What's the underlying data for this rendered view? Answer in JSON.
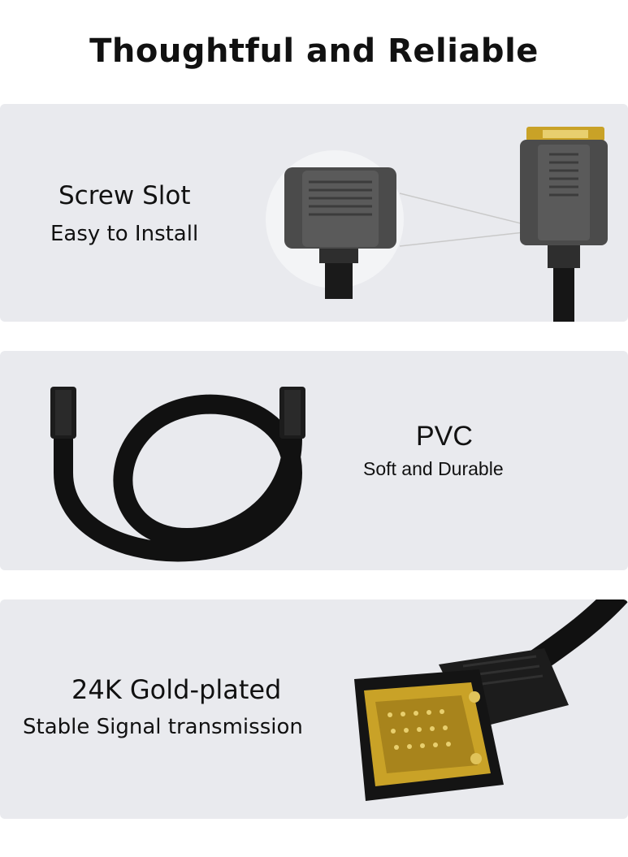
{
  "title": "Thoughtful and Reliable",
  "panels": [
    {
      "heading": "Screw Slot",
      "subheading": "Easy to Install",
      "image": "vga-connector-screw-slot-closeup"
    },
    {
      "heading": "PVC",
      "subheading": "Soft and Durable",
      "image": "coiled-black-cable"
    },
    {
      "heading": "24K Gold-plated",
      "subheading": "Stable Signal transmission",
      "image": "gold-plated-vga-plug"
    }
  ],
  "colors": {
    "panel_bg": "#e9eaee",
    "cable": "#111111",
    "connector": "#4a4a4a",
    "gold": "#c9a227"
  }
}
